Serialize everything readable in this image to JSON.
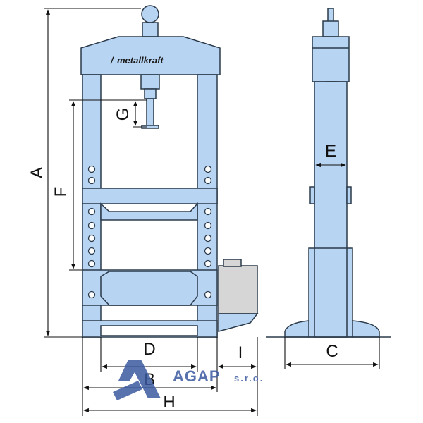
{
  "brand": {
    "logo_text": "metallkraft"
  },
  "dimensions": {
    "A": "A",
    "B": "B",
    "C": "C",
    "D": "D",
    "E": "E",
    "F": "F",
    "G": "G",
    "H": "H",
    "I": "I"
  },
  "watermark": {
    "company": "AGAP",
    "suffix": "s.r.o."
  },
  "colors": {
    "frame_fill": "#b8d4f3",
    "frame_stroke": "#2a3a4a",
    "cylinder_fill": "#d6d6d6",
    "dim_line": "#111111",
    "watermark_color": "#3b5aa0"
  }
}
